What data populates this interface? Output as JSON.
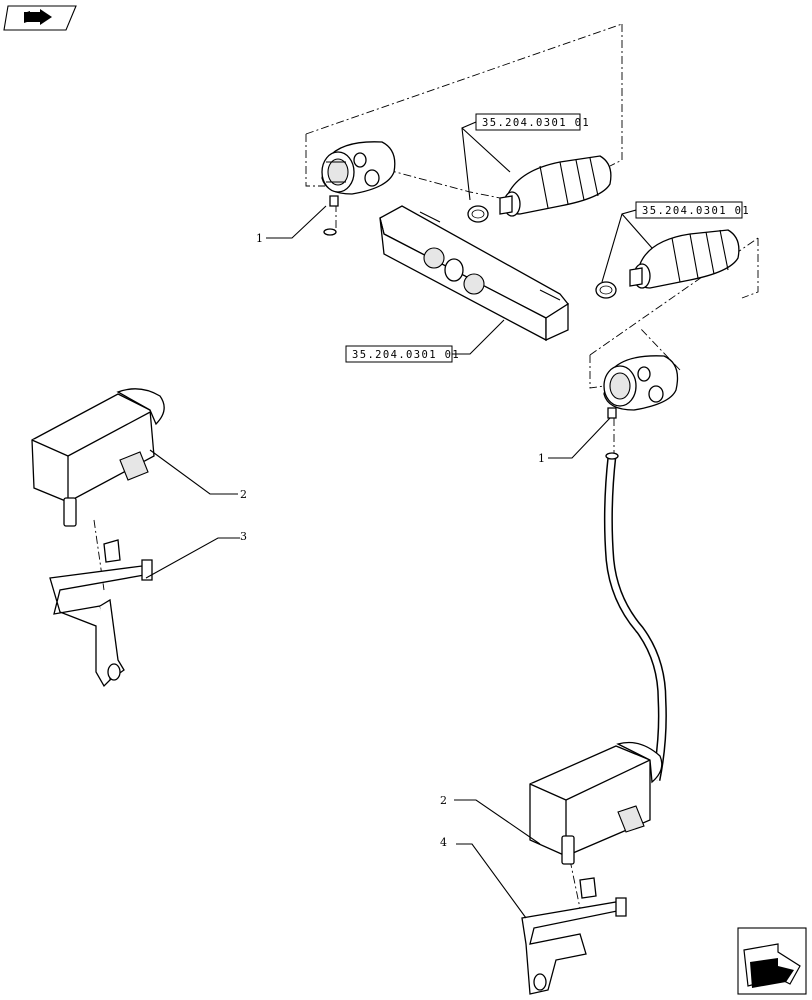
{
  "diagram": {
    "callouts": {
      "c1_left": "1",
      "c1_right": "1",
      "c2_left": "2",
      "c2_right": "2",
      "c3": "3",
      "c4": "4"
    },
    "references": {
      "ref_top": "35.204.0301 01",
      "ref_mid": "35.204.0301 01",
      "ref_block": "35.204.0301 01"
    },
    "icons": {
      "top_left": "book-arrow-icon",
      "bottom_right": "page-arrow-icon"
    }
  }
}
